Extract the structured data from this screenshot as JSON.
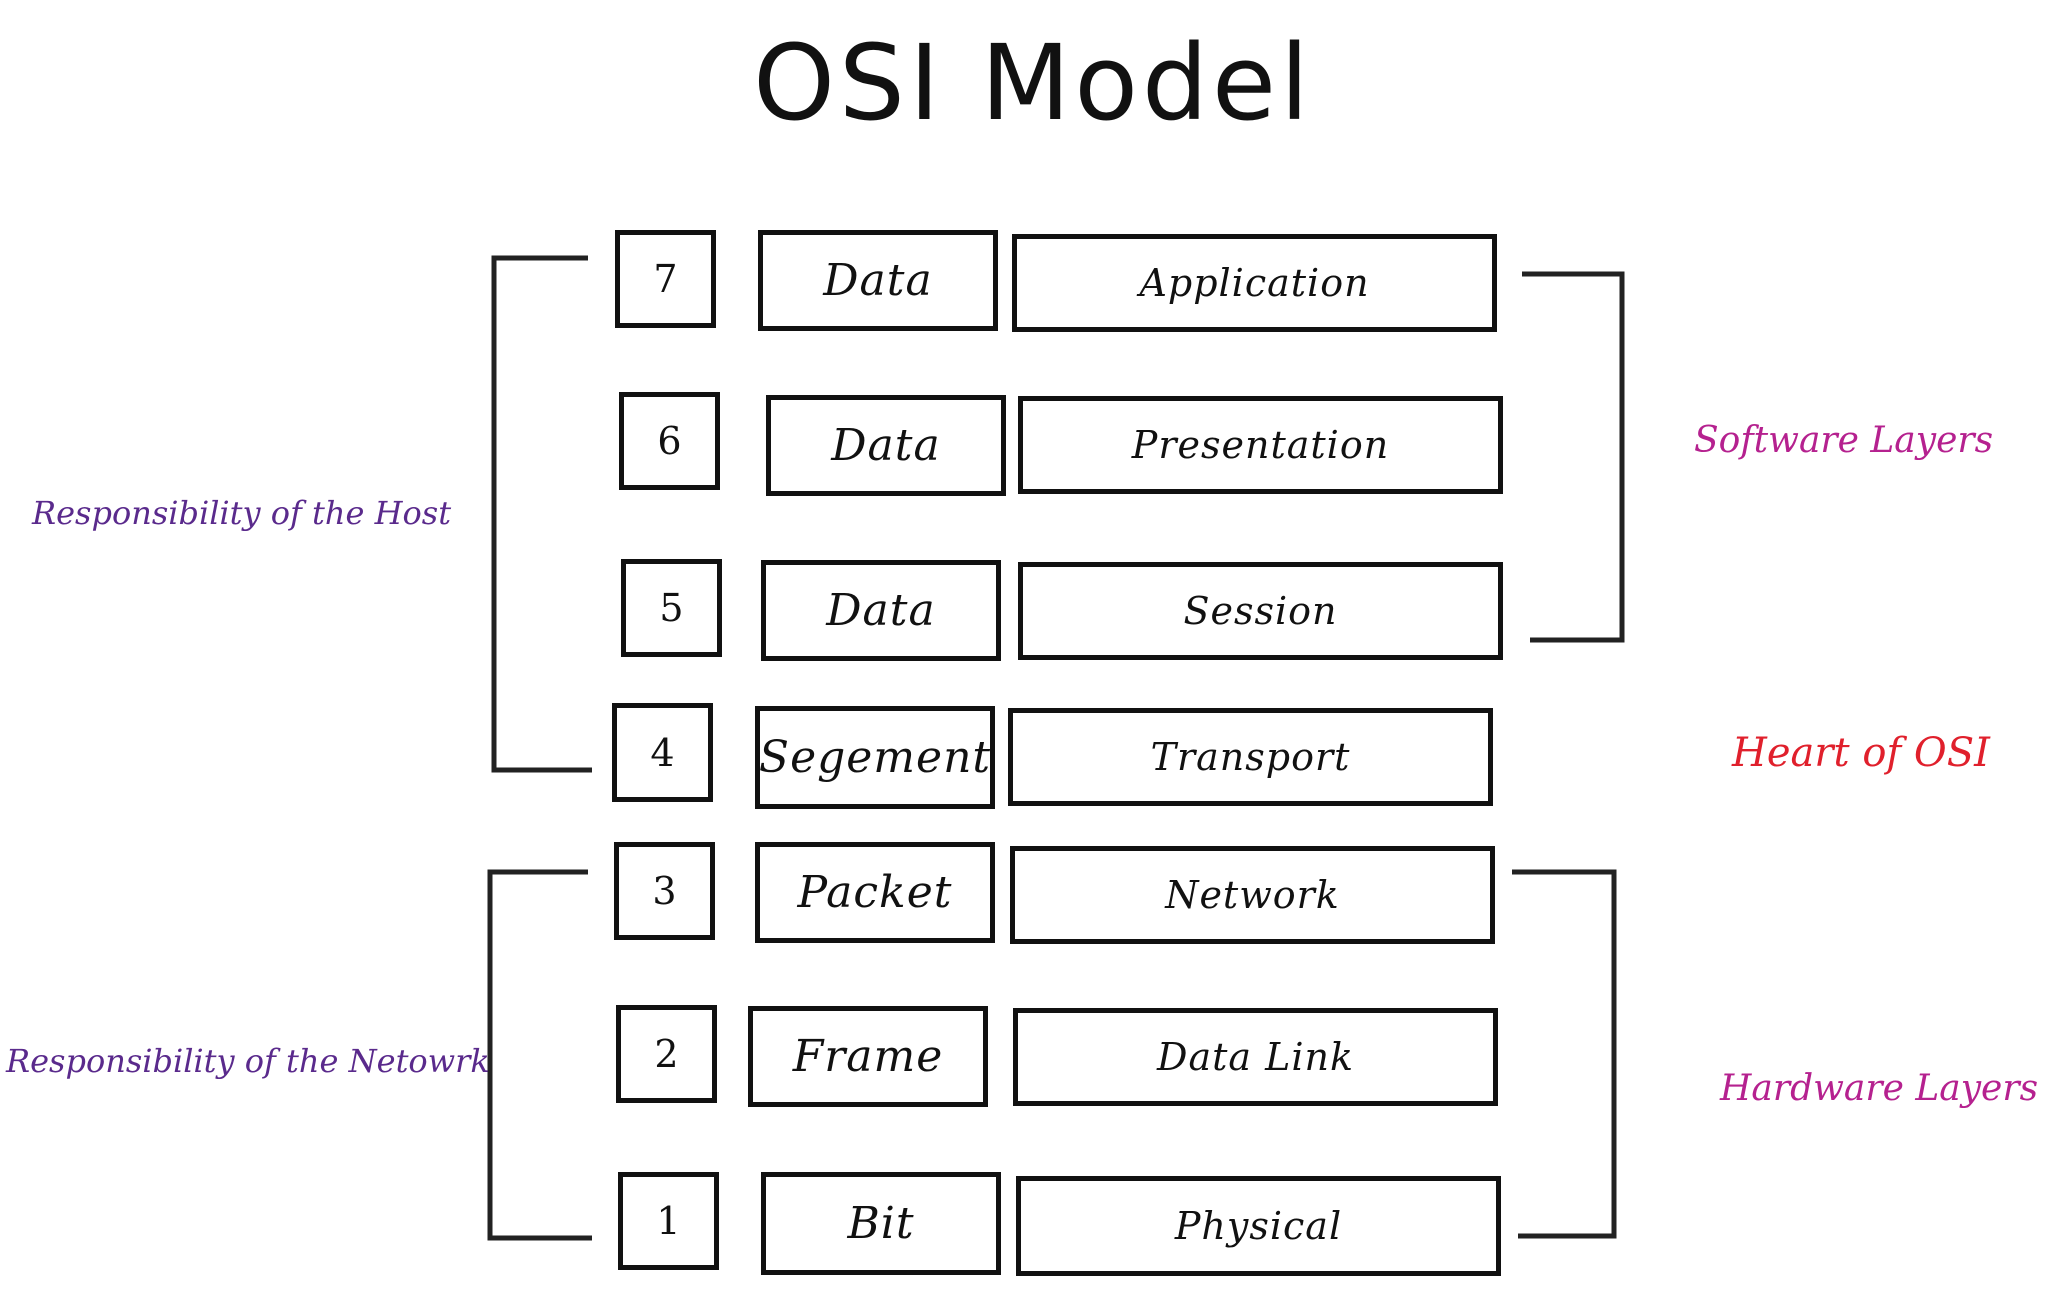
{
  "title": "OSI Model",
  "layers": [
    {
      "number": "7",
      "pdu": "Data",
      "name": "Application"
    },
    {
      "number": "6",
      "pdu": "Data",
      "name": "Presentation"
    },
    {
      "number": "5",
      "pdu": "Data",
      "name": "Session"
    },
    {
      "number": "4",
      "pdu": "Segement",
      "name": "Transport"
    },
    {
      "number": "3",
      "pdu": "Packet",
      "name": "Network"
    },
    {
      "number": "2",
      "pdu": "Frame",
      "name": "Data Link"
    },
    {
      "number": "1",
      "pdu": "Bit",
      "name": "Physical"
    }
  ],
  "labels": {
    "host": "Responsibility of the Host",
    "network": "Responsibility of the Netowrk",
    "software": "Software Layers",
    "heart": "Heart of OSI",
    "hardware": "Hardware Layers"
  },
  "colors": {
    "ink": "#111111",
    "host_network_label": "#5a2a8c",
    "software_hardware_label": "#b5218f",
    "heart_label": "#e0202c"
  }
}
